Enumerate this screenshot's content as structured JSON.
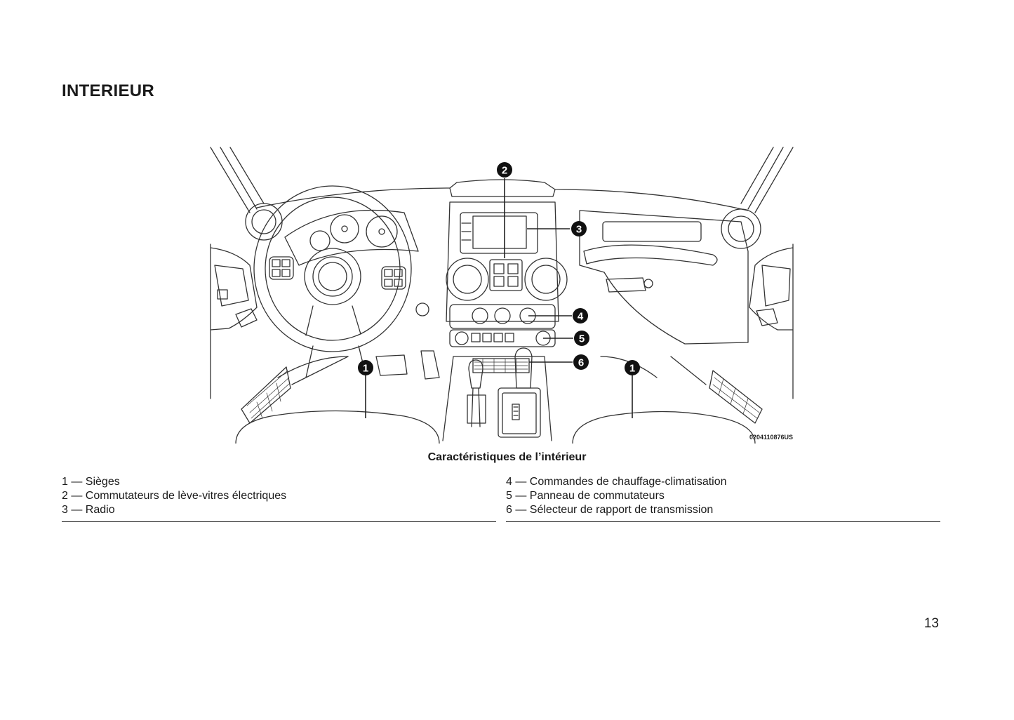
{
  "page": {
    "title": "INTERIEUR",
    "number": "13"
  },
  "figure": {
    "code": "0204110876US",
    "caption": "Caractéristiques de l’intérieur",
    "callouts": [
      "2",
      "3",
      "4",
      "5",
      "6",
      "1",
      "1"
    ]
  },
  "legend": {
    "left": [
      "1 — Sièges",
      "2 — Commutateurs de lève-vitres électriques",
      "3 — Radio"
    ],
    "right": [
      "4 — Commandes de chauffage-climatisation",
      "5 — Panneau de commutateurs",
      "6 — Sélecteur de rapport de transmission"
    ]
  }
}
